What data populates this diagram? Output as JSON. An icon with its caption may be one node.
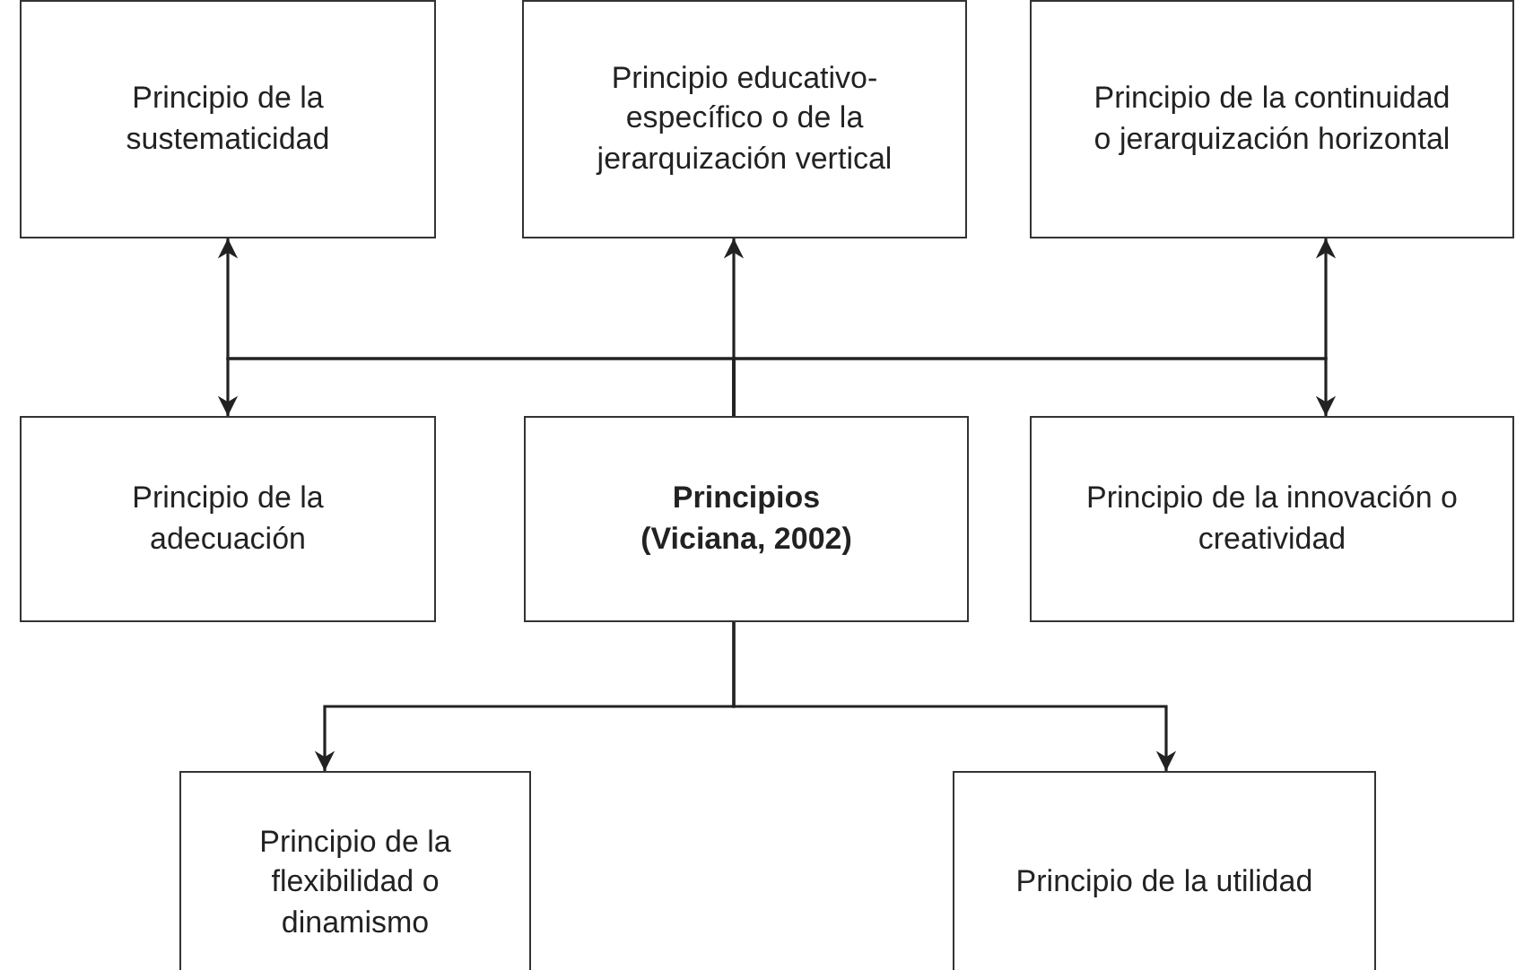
{
  "diagram": {
    "nodes": [
      {
        "text": [
          "Principio de la sustematicidad"
        ]
      },
      {
        "text": [
          "Principio educativo-específico o de la jerarquización vertical"
        ]
      },
      {
        "text": [
          "Principio de la continuidad o jerarquización horizontal"
        ]
      },
      {
        "text": [
          "Principio de la adecuación"
        ]
      },
      {
        "text": [
          "Principios (Viciana, 2002)"
        ]
      },
      {
        "text": [
          "Principio de la innovación o creatividad"
        ]
      },
      {
        "text": [
          "Principio de la flexibilidad o dinamismo"
        ]
      },
      {
        "text": [
          "Principio de la utilidad"
        ]
      }
    ],
    "edges": [
      {
        "from": 4,
        "to": 0,
        "arrow": "to"
      },
      {
        "from": 4,
        "to": 1,
        "arrow": "to"
      },
      {
        "from": 4,
        "to": 2,
        "arrow": "to"
      },
      {
        "from": 4,
        "to": 3,
        "arrow": "to"
      },
      {
        "from": 4,
        "to": 5,
        "arrow": "to"
      },
      {
        "from": 4,
        "to": 6,
        "arrow": "to"
      },
      {
        "from": 4,
        "to": 7,
        "arrow": "to"
      }
    ]
  }
}
